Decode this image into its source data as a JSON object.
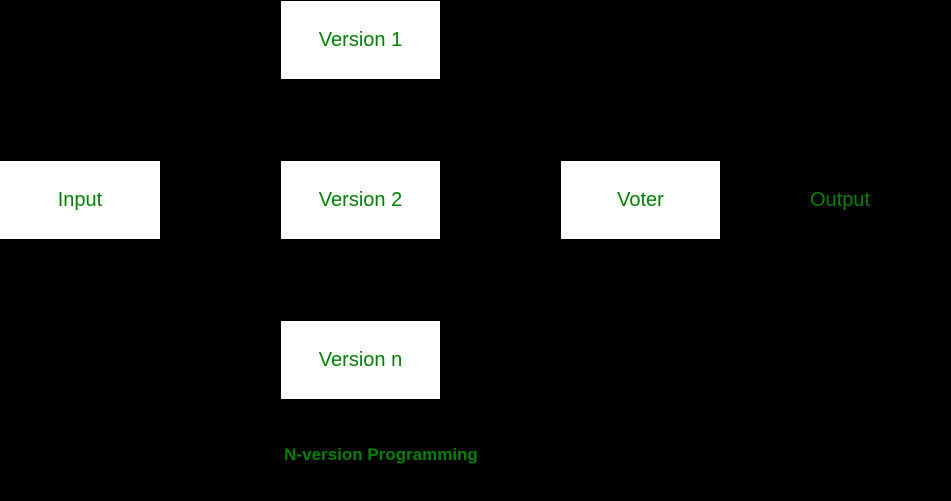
{
  "diagram": {
    "title": "N-version Programming",
    "nodes": {
      "input": {
        "label": "Input"
      },
      "version1": {
        "label": "Version 1"
      },
      "version2": {
        "label": "Version 2"
      },
      "version_n": {
        "label": "Version n"
      },
      "voter": {
        "label": "Voter"
      },
      "output": {
        "label": "Output"
      }
    },
    "colors": {
      "background": "#000000",
      "box_fill": "#ffffff",
      "text_green": "#008000"
    }
  }
}
